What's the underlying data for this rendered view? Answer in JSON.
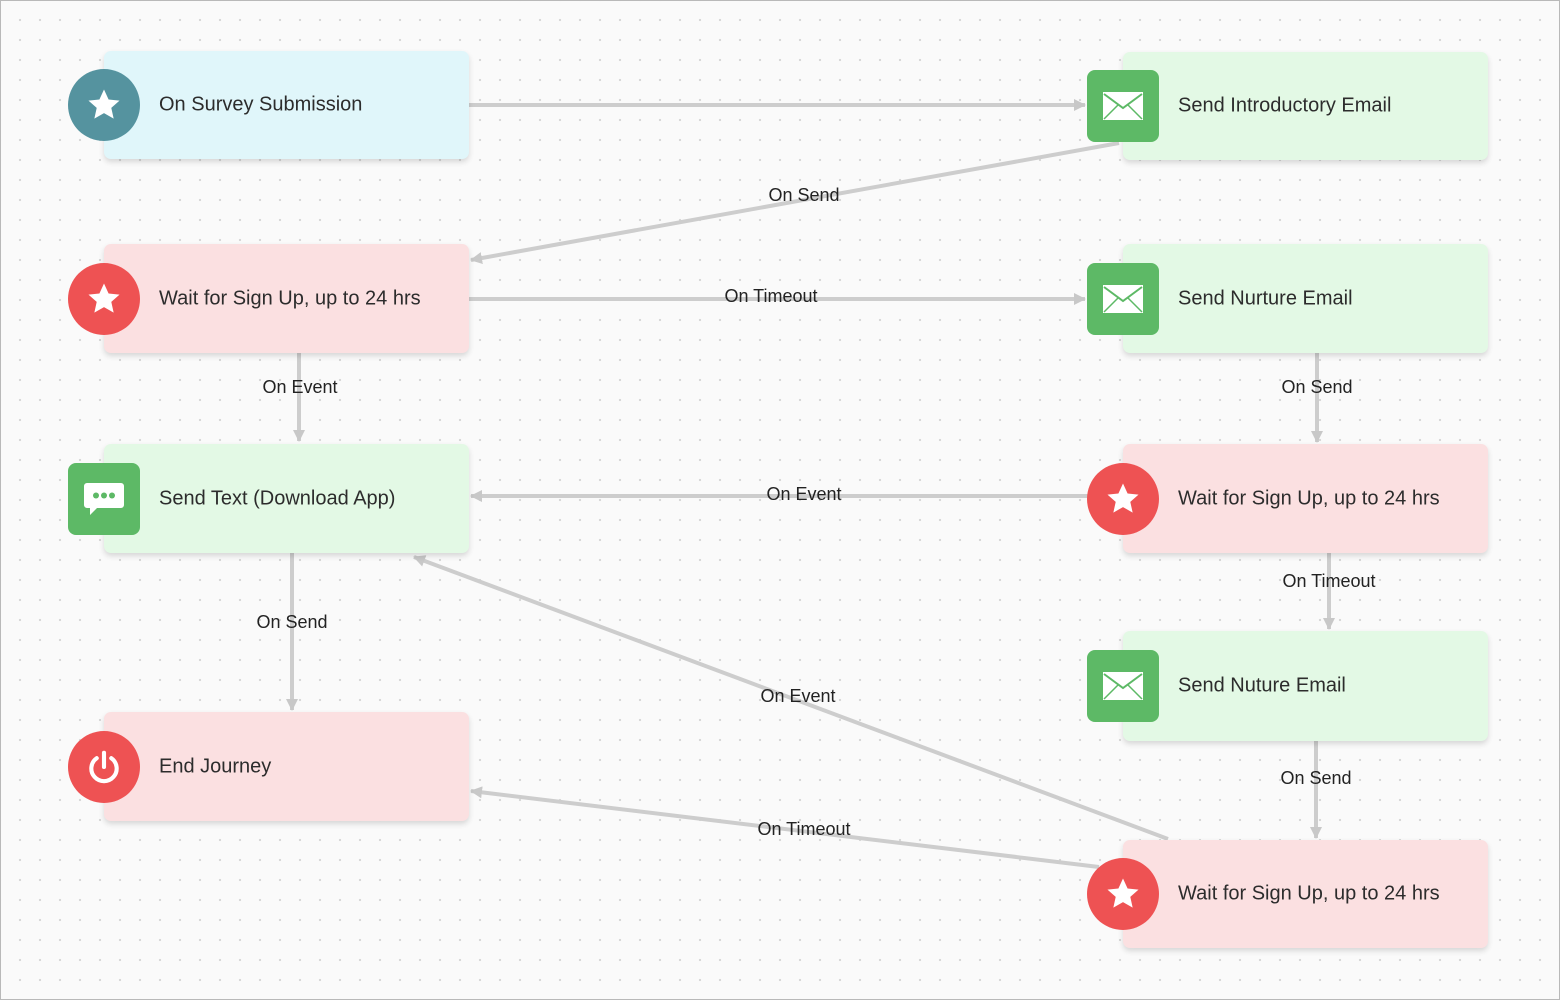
{
  "nodes": {
    "survey": {
      "label": "On Survey Submission",
      "icon": "star-icon"
    },
    "intro_email": {
      "label": "Send Introductory Email",
      "icon": "envelope-icon"
    },
    "wait1": {
      "label": "Wait for Sign Up, up to 24 hrs",
      "icon": "star-icon"
    },
    "nurture_email": {
      "label": "Send Nurture Email",
      "icon": "envelope-icon"
    },
    "send_text": {
      "label": "Send Text (Download App)",
      "icon": "chat-icon"
    },
    "wait2": {
      "label": "Wait for Sign Up, up to 24 hrs",
      "icon": "star-icon"
    },
    "nuture_email": {
      "label": "Send Nuture Email",
      "icon": "envelope-icon"
    },
    "end": {
      "label": "End Journey",
      "icon": "power-icon"
    },
    "wait3": {
      "label": "Wait for Sign Up, up to 24 hrs",
      "icon": "star-icon"
    }
  },
  "edges": {
    "survey_to_intro": "",
    "intro_to_wait1": "On Send",
    "wait1_to_nurture": "On Timeout",
    "wait1_to_text": "On Event",
    "nurture_to_wait2": "On Send",
    "wait2_to_text": "On Event",
    "wait2_to_nuture": "On Timeout",
    "text_to_end": "On Send",
    "nuture_to_wait3": "On Send",
    "wait3_to_text": "On Event",
    "wait3_to_end": "On Timeout"
  },
  "colors": {
    "trigger_bg": "#e0f6fa",
    "action_bg": "#e3f9e5",
    "wait_bg": "#fbe0e1",
    "teal_icon": "#55939f",
    "red_icon": "#ee5253",
    "green_icon": "#5db966",
    "edge": "#cccccc"
  }
}
